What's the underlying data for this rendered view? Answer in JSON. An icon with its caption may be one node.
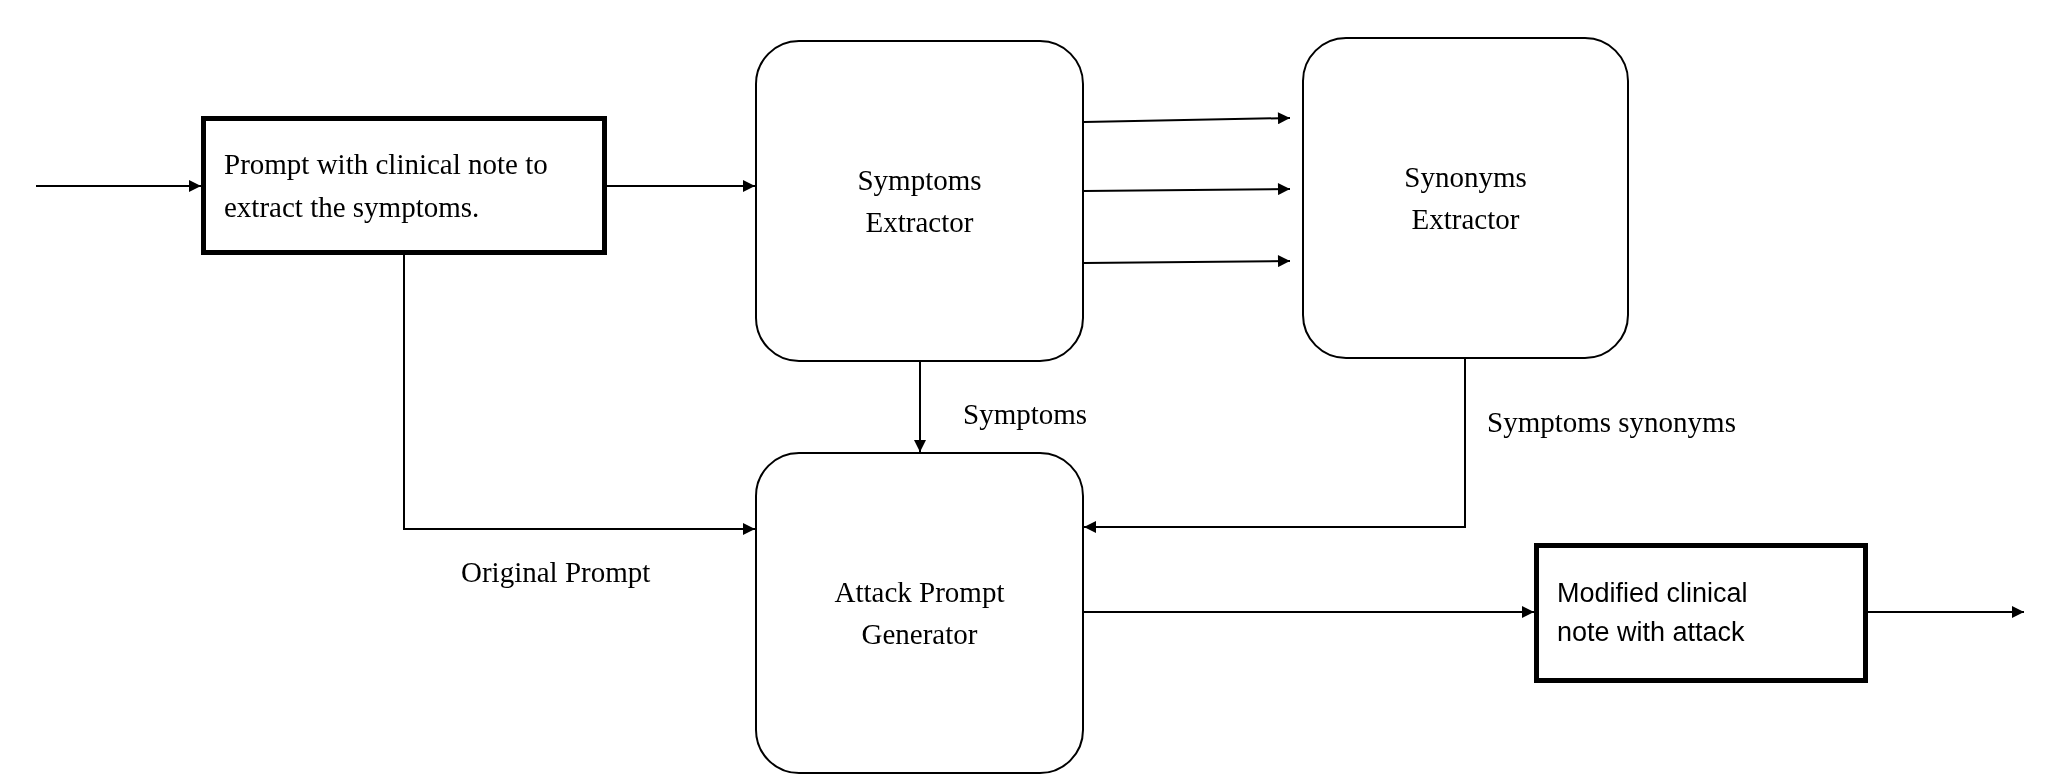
{
  "diagram": {
    "nodes": [
      {
        "text": [
          "Prompt with clinical note to extract the symptoms."
        ]
      },
      {
        "text": [
          "Symptoms Extractor"
        ]
      },
      {
        "text": [
          "Synonyms Extractor"
        ]
      },
      {
        "text": [
          "Attack Prompt Generator"
        ]
      },
      {
        "text": [
          "Modified clinical note with attack"
        ]
      }
    ],
    "edges": [
      {
        "from": null,
        "to": 0,
        "arrow": "to"
      },
      {
        "from": 0,
        "to": 1,
        "arrow": "to"
      },
      {
        "from": 1,
        "to": 2,
        "arrow": "to"
      },
      {
        "from": 1,
        "to": 2,
        "arrow": "to"
      },
      {
        "from": 1,
        "to": 2,
        "arrow": "to"
      },
      {
        "from": 1,
        "to": 3,
        "arrow": "to",
        "label": "Symptoms"
      },
      {
        "from": 0,
        "to": 3,
        "arrow": "to",
        "label": "Original Prompt"
      },
      {
        "from": 2,
        "to": 3,
        "arrow": "to",
        "label": "Symptoms synonyms"
      },
      {
        "from": 3,
        "to": 4,
        "arrow": "to"
      },
      {
        "from": 4,
        "to": null,
        "arrow": "to"
      }
    ]
  }
}
